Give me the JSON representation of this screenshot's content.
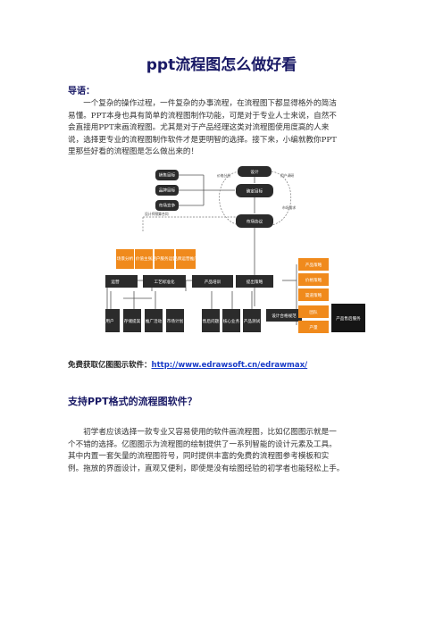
{
  "title": "ppt流程图怎么做好看",
  "intro_label": "导语：",
  "intro_lines": [
    "　　一个复杂的操作过程，一件复杂的办事流程，在流程图下都显得格外的简洁",
    "易懂。PPT本身也具有简单的流程图制作功能，可是对于专业人士来说，自然不",
    "会直接用PPT来画流程图。尤其是对于产品经理这类对流程图使用度高的人来",
    "说，选择更专业的流程图制作软件才是更明智的选择。接下来，小编就教你PPT",
    "里那些好看的流程图是怎么做出来的！"
  ],
  "diagram": {
    "top_node": "设计",
    "left_nodes": [
      "销售目标",
      "品牌目标",
      "市场竞争"
    ],
    "center_nodes": [
      "确定目标",
      "市场协议"
    ],
    "side_notes": [
      "价格分析",
      "用户调研",
      "市场需求",
      "设计师预算合同"
    ],
    "orange_nodes": [
      "场景分析",
      "价值主张",
      "用户服务运营",
      "品牌运营推广"
    ],
    "mid_nodes": [
      "运营",
      "工艺标准化",
      "产品培训",
      "提出策略"
    ],
    "bottom_nodes": [
      "用户",
      "存储提案",
      "推广活动",
      "市场计划",
      "售后问题",
      "核心业务",
      "产品测试"
    ],
    "bottom_center": "设计合格规范",
    "right_orange": [
      "产品策略",
      "价格策略",
      "渠道策略",
      "团队",
      "产量"
    ],
    "final_node": "产品售后服务"
  },
  "link_label": "免费获取亿图图示软件：",
  "link_url": "http://www.edrawsoft.cn/edrawmax/",
  "section_title": "支持PPT格式的流程图软件？",
  "support_lines": [
    "　　初学者应该选择一款专业又容易使用的软件画流程图，比如亿图图示就是一",
    "个不错的选择。亿图图示为流程图的绘制提供了一系列智能的设计元素及工具。",
    "其中内置一套矢量的流程图符号，同时提供丰富的免费的流程图参考模板和实",
    "例。拖放的界面设计，直观又便利，即使是没有绘图经验的初学者也能轻松上手。"
  ]
}
